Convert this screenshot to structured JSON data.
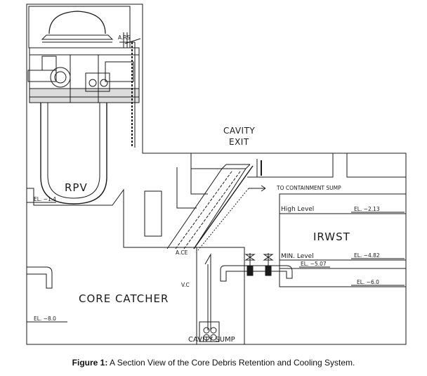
{
  "labels": {
    "ars": "A.RS",
    "rpv": "RPV",
    "el_rpv": "EL. −1.4",
    "cavity_exit_1": "CAVITY",
    "cavity_exit_2": "EXIT",
    "to_sump": "TO CONTAINMENT SUMP",
    "high_level": "High Level",
    "el_high": "EL. −2.13",
    "irwst": "IRWST",
    "min_level": "MIN. Level",
    "el_min": "EL. −4.82",
    "el_507": "EL. −5.07",
    "el_60": "EL. −6.0",
    "ace": "A.CE",
    "vc": "V.C",
    "core_catcher": "CORE CATCHER",
    "el_80": "EL. −8.0",
    "cavity_sump": "CAVITY SUMP"
  },
  "caption": {
    "prefix": "Figure 1:",
    "text": " A Section View of the Core Debris Retention and Cooling System."
  }
}
